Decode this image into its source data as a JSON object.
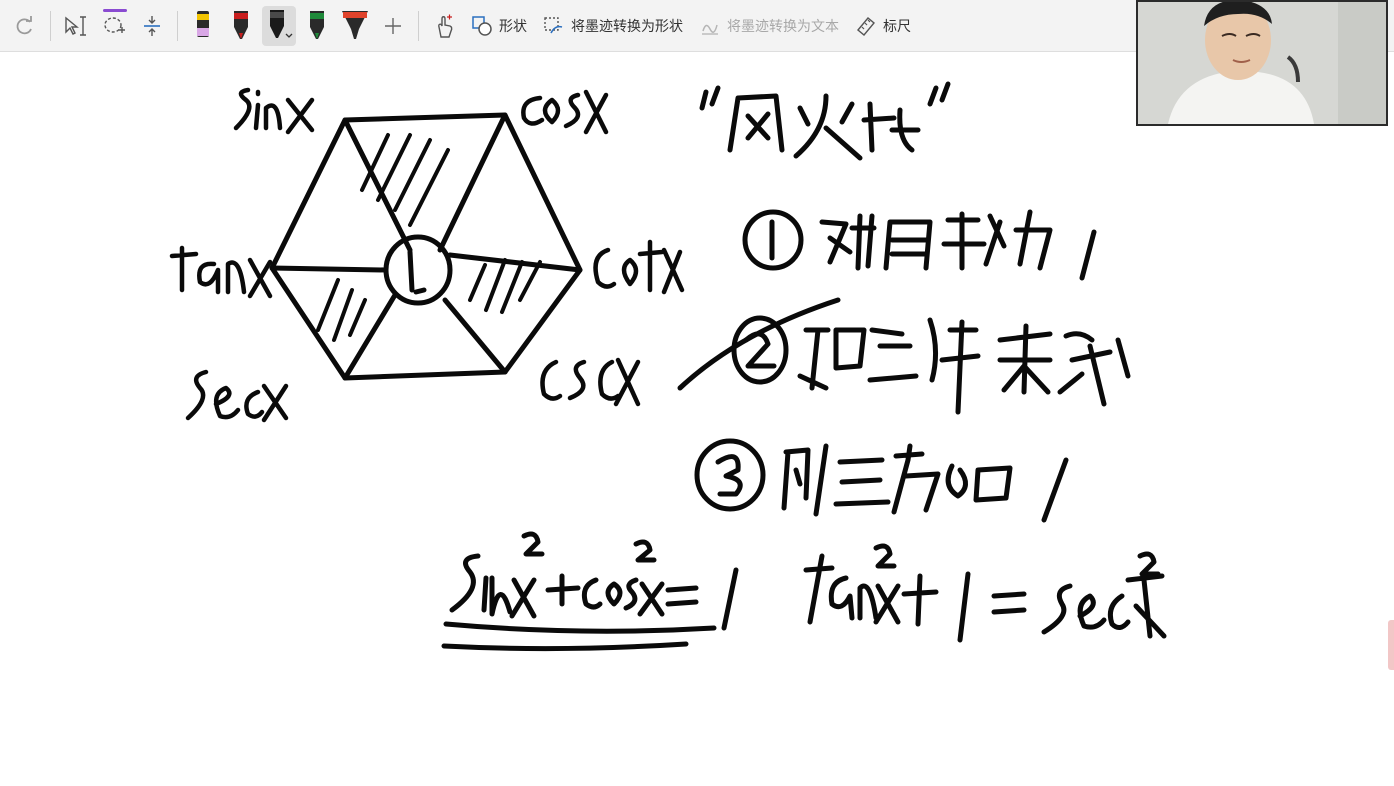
{
  "toolbar": {
    "shape_label": "形状",
    "ink_to_shape_label": "将墨迹转换为形状",
    "ink_to_text_label": "将墨迹转换为文本",
    "ruler_label": "标尺"
  },
  "colors": {
    "ink": "#0a0a0a",
    "selection_purple": "#8a4bd1",
    "pen_red": "#c81e1e",
    "pen_green": "#1f8a3a",
    "highlighter_yellow": "#f2c400",
    "toolbar_bg": "#f3f3f3"
  },
  "canvas": {
    "handwritten_labels": [
      "sinx",
      "cosx",
      "tanx",
      "cotx",
      "secx",
      "cscx",
      "1"
    ],
    "title_quote": "“风火轮”",
    "rules": [
      "① 对角线积为1",
      "② 顶点等邻乘积",
      "③ 倒三角平方和为1"
    ],
    "identities": [
      "sin²x+cos²x=1",
      "tan²x+1=sec²x"
    ]
  },
  "webcam": {
    "icon": "presenter-video"
  }
}
